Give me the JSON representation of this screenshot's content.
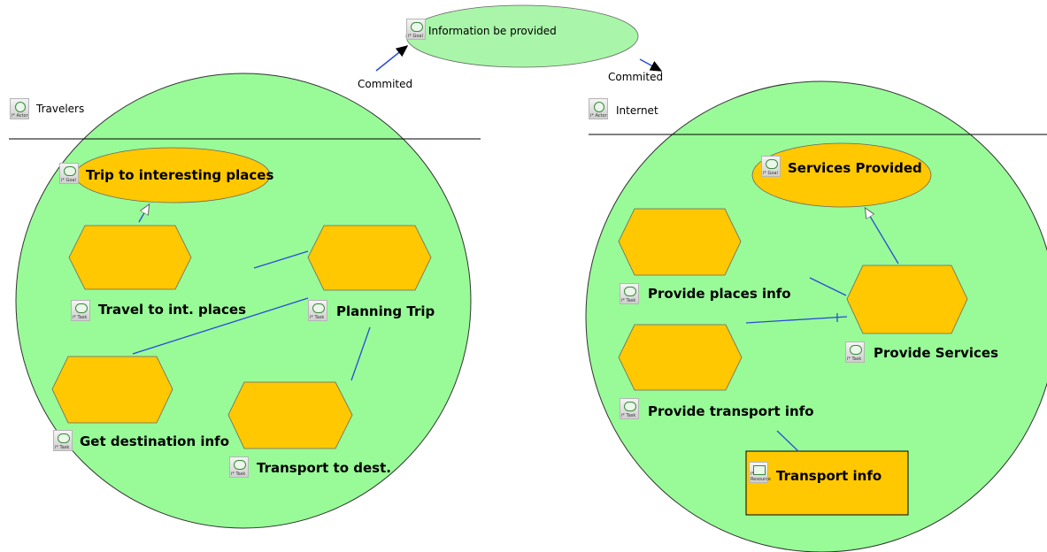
{
  "diagram": {
    "top_goal": {
      "label": "Information be provided",
      "icon_tag": "i* Goal"
    },
    "dependency_labels": {
      "left": "Commited",
      "right": "Commited"
    },
    "actors": [
      {
        "name": "Travelers",
        "icon_tag": "i* Actor"
      },
      {
        "name": "Internet",
        "icon_tag": "i* Actor"
      }
    ],
    "travelers": {
      "goal": {
        "label": "Trip to interesting places",
        "icon_tag": "i* Goal"
      },
      "tasks": [
        {
          "label": "Travel to int. places",
          "icon_tag": "i* Task"
        },
        {
          "label": "Planning Trip",
          "icon_tag": "i* Task"
        },
        {
          "label": "Get destination info",
          "icon_tag": "i* Task"
        },
        {
          "label": "Transport to dest.",
          "icon_tag": "i* Task"
        }
      ]
    },
    "internet": {
      "goal": {
        "label": "Services Provided",
        "icon_tag": "i* Goal"
      },
      "tasks": [
        {
          "label": "Provide places info",
          "icon_tag": "i* Task"
        },
        {
          "label": "Provide Services",
          "icon_tag": "i* Task"
        },
        {
          "label": "Provide transport info",
          "icon_tag": "i* Task"
        }
      ],
      "resource": {
        "label": "Transport info",
        "icon_tag": "i* Resource"
      }
    },
    "colors": {
      "boundary_fill": "#98fb98",
      "element_fill": "#ffc800",
      "top_goal_fill": "#a9f5a9",
      "link": "#2a4bd7"
    }
  }
}
